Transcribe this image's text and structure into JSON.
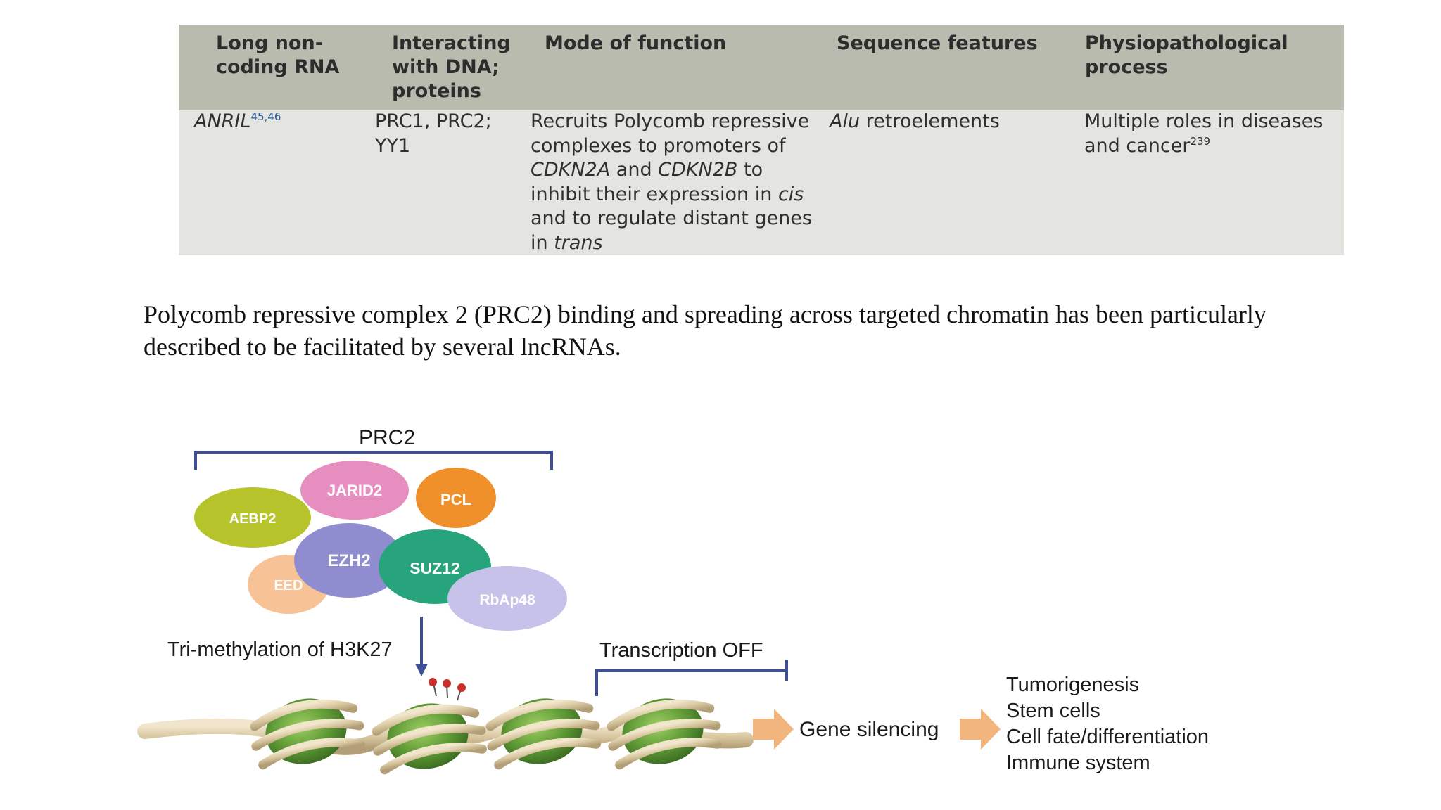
{
  "table": {
    "headers": {
      "lncrna_l1": "Long non-",
      "lncrna_l2": "coding RNA",
      "interact_l1": "Interacting",
      "interact_l2": "with DNA;",
      "interact_l3": "proteins",
      "mode": "Mode of function",
      "sequence": "Sequence features",
      "physio_l1": "Physiopathological",
      "physio_l2": "process"
    },
    "row": {
      "name": "ANRIL",
      "name_ref": "45,46",
      "interact_l1": "PRC1, PRC2;",
      "interact_l2": "YY1",
      "mode_l1": "Recruits Polycomb repressive",
      "mode_l2": "complexes to promoters of",
      "mode_l3_gene1": "CDKN2A",
      "mode_l3_and": " and ",
      "mode_l3_gene2": "CDKN2B",
      "mode_l3_to": " to",
      "mode_l4_text": "inhibit their expression in ",
      "mode_l4_cis": "cis",
      "mode_l5": "and to regulate distant genes",
      "mode_l6_in": "in ",
      "mode_l6_trans": "trans",
      "seq_alu": "Alu",
      "seq_rest": " retroelements",
      "physio_l1": "Multiple roles in diseases",
      "physio_l2": "and cancer",
      "physio_ref": "239"
    }
  },
  "paragraph": {
    "line1": "Polycomb repressive complex 2 (PRC2) binding and spreading across targeted chromatin has been particularly",
    "line2": "described to be facilitated by several lncRNAs."
  },
  "diagram": {
    "complex_label": "PRC2",
    "subunits": {
      "jarid2": "JARID2",
      "pcl": "PCL",
      "aebp2": "AEBP2",
      "ezh2": "EZH2",
      "suz12": "SUZ12",
      "eed": "EED",
      "rbap48": "RbAp48"
    },
    "methylation_label": "Tri-methylation of H3K27",
    "transcription_label": "Transcription OFF",
    "silencing_label": "Gene silencing",
    "outcomes": [
      "Tumorigenesis",
      "Stem cells",
      "Cell fate/differentiation",
      "Immune system"
    ]
  },
  "colors": {
    "header_bg": "#b9bbaf",
    "body_bg": "#e4e4e0",
    "bracket": "#3f4f95",
    "jarid2": "#e58ebf",
    "pcl": "#f0902a",
    "aebp2": "#b6c32a",
    "ezh2": "#8f8cd0",
    "suz12": "#27a47c",
    "eed": "#f6c296",
    "rbap48": "#c6c2ea",
    "nucleosome": "#5f9a36",
    "dna": "#d9c9a4",
    "arrow": "#f3b57e"
  }
}
